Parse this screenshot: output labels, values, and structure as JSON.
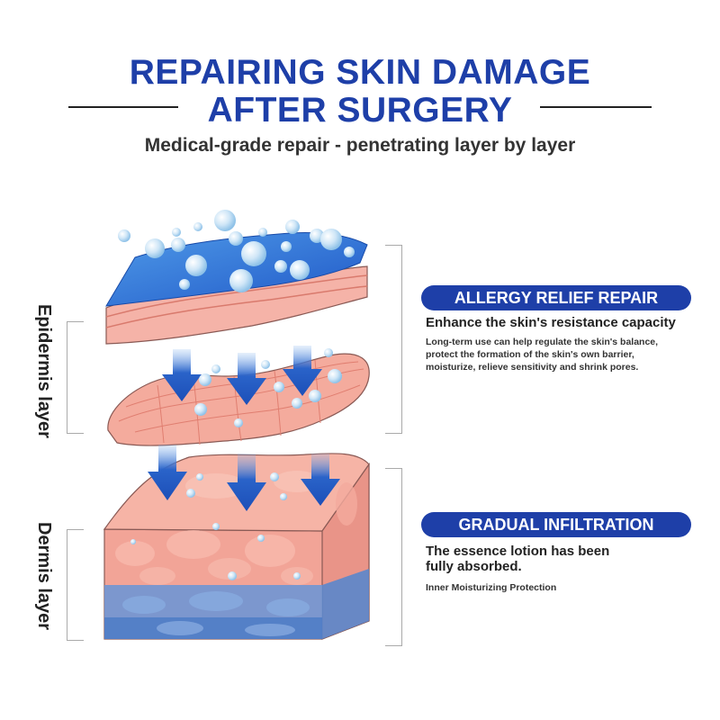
{
  "header": {
    "title_line1": "REPAIRING SKIN DAMAGE",
    "title_line2": "AFTER SURGERY",
    "subtitle": "Medical-grade repair - penetrating layer by layer"
  },
  "labels": {
    "epidermis": "Epidermis layer",
    "dermis": "Dermis layer"
  },
  "panels": [
    {
      "heading": "ALLERGY RELIEF REPAIR",
      "lead": "Enhance the skin's resistance capacity",
      "details": [
        "Long-term use can help regulate the skin's balance,",
        "protect the formation of the skin's own barrier,",
        "moisturize, relieve sensitivity and shrink pores."
      ]
    },
    {
      "heading": "GRADUAL INFILTRATION",
      "lead_lines": [
        "The essence lotion has been",
        "fully absorbed."
      ],
      "details": [
        "Inner Moisturizing Protection"
      ]
    }
  ],
  "colors": {
    "brand_blue": "#1e3fa8",
    "skin_pink": "#f2a497",
    "gel_blue": "#2a6fd6",
    "dermis_blue": "#6b95d6"
  }
}
